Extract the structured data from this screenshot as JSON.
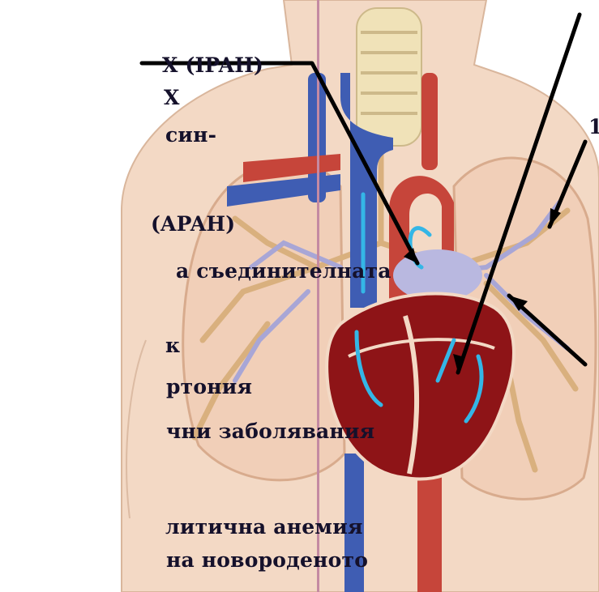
{
  "slide": {
    "lines": [
      "Х (IPAH)",
      "Х",
      "син-",
      "(APAH)",
      "а съединителната",
      "к",
      "ртония",
      "чни заболявания",
      "литична анемия",
      "на новороденото"
    ],
    "label_right": "1"
  },
  "colors": {
    "text": "#15112b",
    "divider": "#c48aa2",
    "skin": "#f3d9c5",
    "lung": "#f1cfb8",
    "bronchi": "#d9b07e",
    "vein": "#3f5db3",
    "artery_red": "#c6453a",
    "heart_dark": "#8e1417",
    "pulmonary_vessel": "#a8a6d6",
    "flow_arrow": "#34b6e6",
    "pointer": "#000000"
  }
}
